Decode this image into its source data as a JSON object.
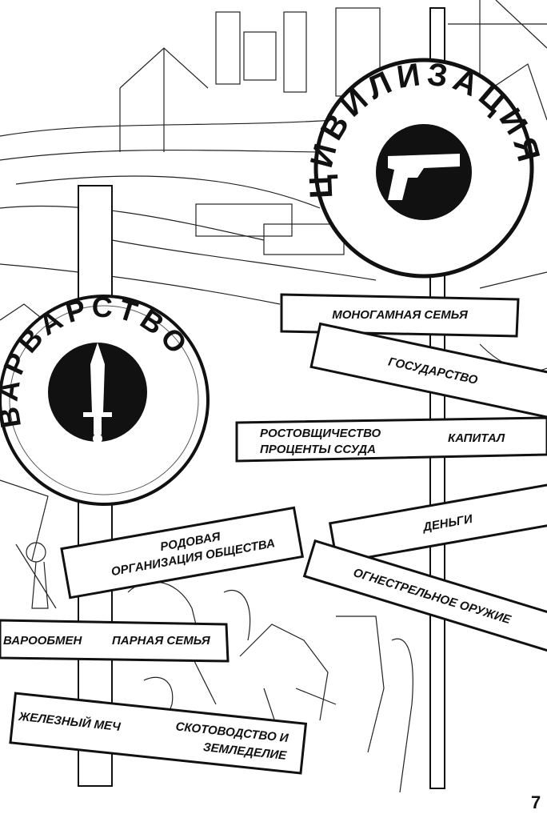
{
  "civilization_sign": {
    "title": "ЦИВИЛИЗАЦИЯ",
    "emblem": "pistol-icon"
  },
  "barbarism_sign": {
    "title": "ВАРВАРСТВО",
    "emblem": "sword-icon"
  },
  "civilization_boards": {
    "monogamy": "МОНОГАМНАЯ СЕМЬЯ",
    "state": "ГОСУДАРСТВО",
    "usury_line1": "РОСТОВЩИЧЕСТВО",
    "usury_line2": "ПРОЦЕНТЫ  ССУДА",
    "capital": "КАПИТАЛ",
    "money": "ДЕНЬГИ",
    "firearms": "ОГНЕСТРЕЛЬНОЕ ОРУЖИЕ"
  },
  "barbarism_boards": {
    "clan_line1": "РОДОВАЯ",
    "clan_line2": "ОРГАНИЗАЦИЯ ОБЩЕСТВА",
    "barter": "ВАРООБМЕН",
    "pair_family": "ПАРНАЯ СЕМЬЯ",
    "iron_sword": "ЖЕЛЕЗНЫЙ МЕЧ",
    "cattle_line1": "СКОТОВОДСТВО И",
    "cattle_line2": "ЗЕМЛЕДЕЛИЕ"
  },
  "page_number": "7"
}
